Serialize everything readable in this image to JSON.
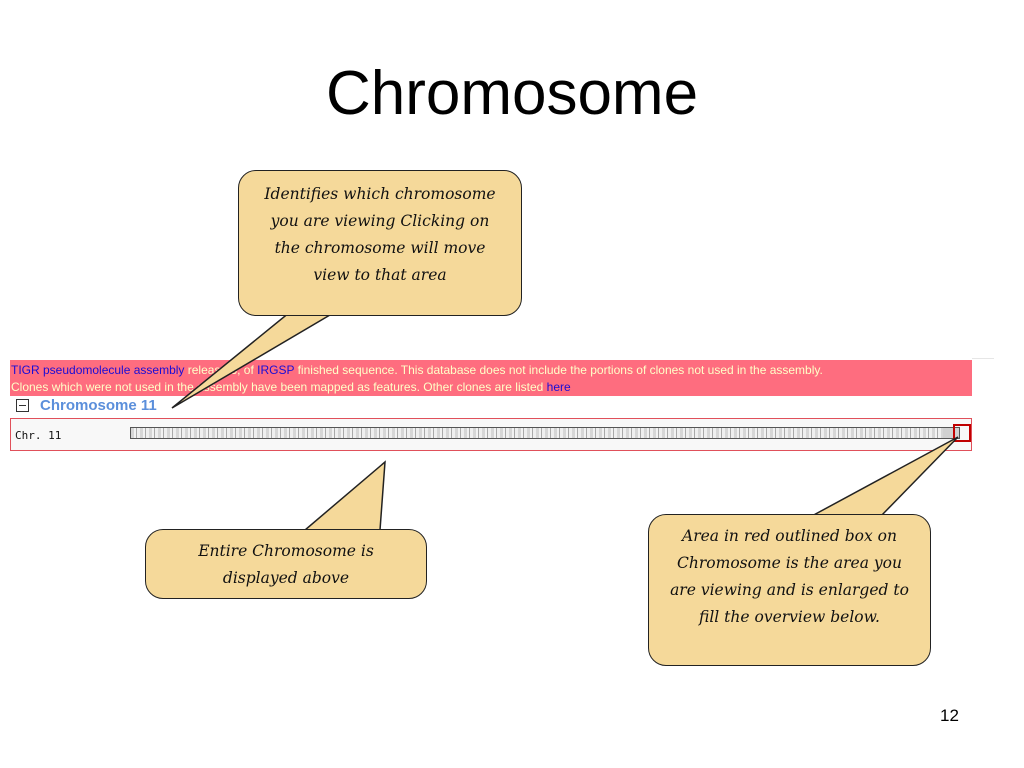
{
  "slide": {
    "title": "Chromosome",
    "page_number": "12"
  },
  "banner": {
    "line1": {
      "link1": "TIGR pseudomolecule assembly",
      "text1": " release 3, of ",
      "link2": "IRGSP",
      "text2": " finished sequence. This database does not include the portions of clones not used in the assembly."
    },
    "line2": {
      "text": "Clones which were not used in the assembly have been mapped as features. Other clones are listed ",
      "link": "here"
    }
  },
  "chromosome_panel": {
    "heading": "Chromosome 11",
    "chr_label": "Chr. 11"
  },
  "callouts": {
    "top": "Identifies which chromosome you are viewing Clicking on the chromosome will move view to that area",
    "bottom_left": "Entire Chromosome is displayed above",
    "bottom_right": "Area in red outlined box on Chromosome is the area you are viewing and is enlarged to fill the overview below."
  },
  "colors": {
    "callout_fill": "#f5d99a",
    "banner_bg": "#fe6d7f",
    "heading_blue": "#5b8fdb",
    "highlight_box": "#c00000"
  }
}
